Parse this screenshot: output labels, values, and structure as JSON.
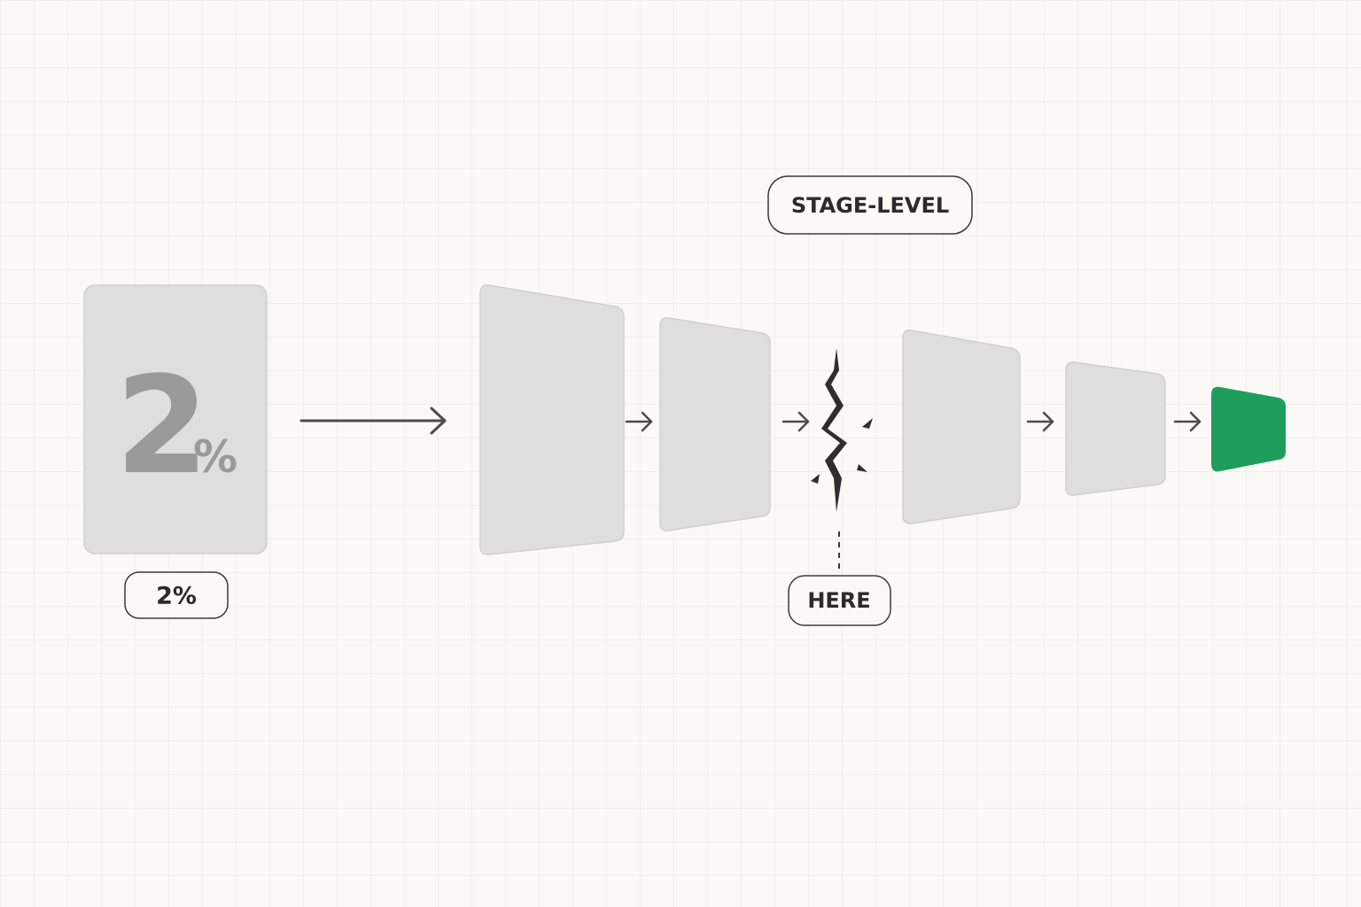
{
  "source_card": {
    "big_digit": "2",
    "big_percent": "%",
    "caption": "2%"
  },
  "labels": {
    "top": "STAGE-LEVEL",
    "bottom": "HERE"
  },
  "colors": {
    "background": "#fbf9f5",
    "card_fill": "#dedede",
    "card_stroke": "#cfcfcf",
    "arrow": "#4a4a4a",
    "accent_green": "#1e9e5a",
    "pill_stroke": "#3a3a3a",
    "crack": "#2e2e2e"
  }
}
